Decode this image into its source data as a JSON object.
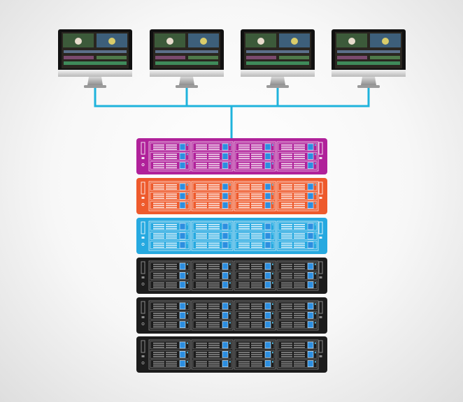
{
  "diagram": {
    "type": "network-storage-topology",
    "colors": {
      "connector": "#1fb3dc",
      "drive_blue": "#2c8ee0",
      "led": "#54c7f0"
    },
    "workstations": [
      {
        "name": "workstation-1",
        "icon": "imac-monitor-icon"
      },
      {
        "name": "workstation-2",
        "icon": "imac-monitor-icon"
      },
      {
        "name": "workstation-3",
        "icon": "imac-monitor-icon"
      },
      {
        "name": "workstation-4",
        "icon": "imac-monitor-icon"
      }
    ],
    "storage_units": [
      {
        "name": "storage-unit-magenta",
        "color": "#b0219a"
      },
      {
        "name": "storage-unit-orange",
        "color": "#ee5a2c"
      },
      {
        "name": "storage-unit-cyan",
        "color": "#26a9e0"
      },
      {
        "name": "storage-unit-black-1",
        "color": "#1c1c1c"
      },
      {
        "name": "storage-unit-black-2",
        "color": "#1c1c1c"
      },
      {
        "name": "storage-unit-black-3",
        "color": "#1c1c1c"
      }
    ],
    "drive_columns": 4,
    "drive_rows": 3
  }
}
